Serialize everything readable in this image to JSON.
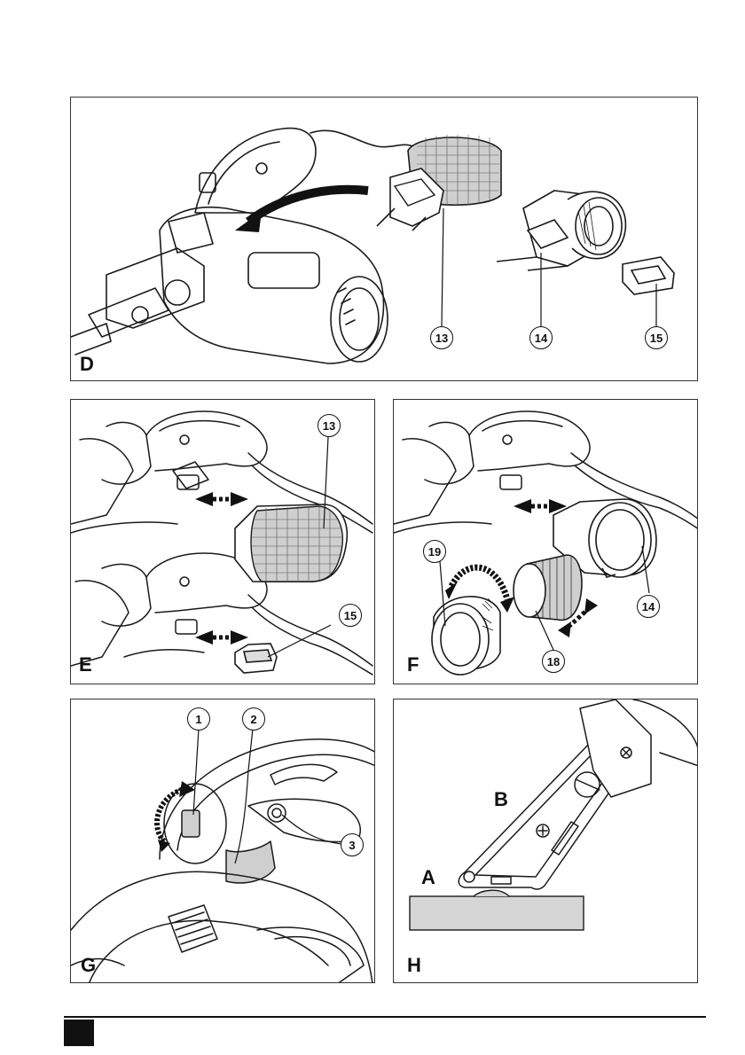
{
  "panels": {
    "D": {
      "letter": "D",
      "callouts": [
        "13",
        "14",
        "15"
      ]
    },
    "E": {
      "letter": "E",
      "callouts": [
        "13",
        "15"
      ]
    },
    "F": {
      "letter": "F",
      "callouts": [
        "19",
        "14",
        "18"
      ]
    },
    "G": {
      "letter": "G",
      "callouts": [
        "1",
        "2",
        "3"
      ]
    },
    "H": {
      "letter": "H",
      "labels": [
        "B",
        "A"
      ]
    }
  },
  "colors": {
    "ink": "#1a1a1a",
    "grey_fill": "#d6d6d6",
    "page_tab": "#111111"
  }
}
